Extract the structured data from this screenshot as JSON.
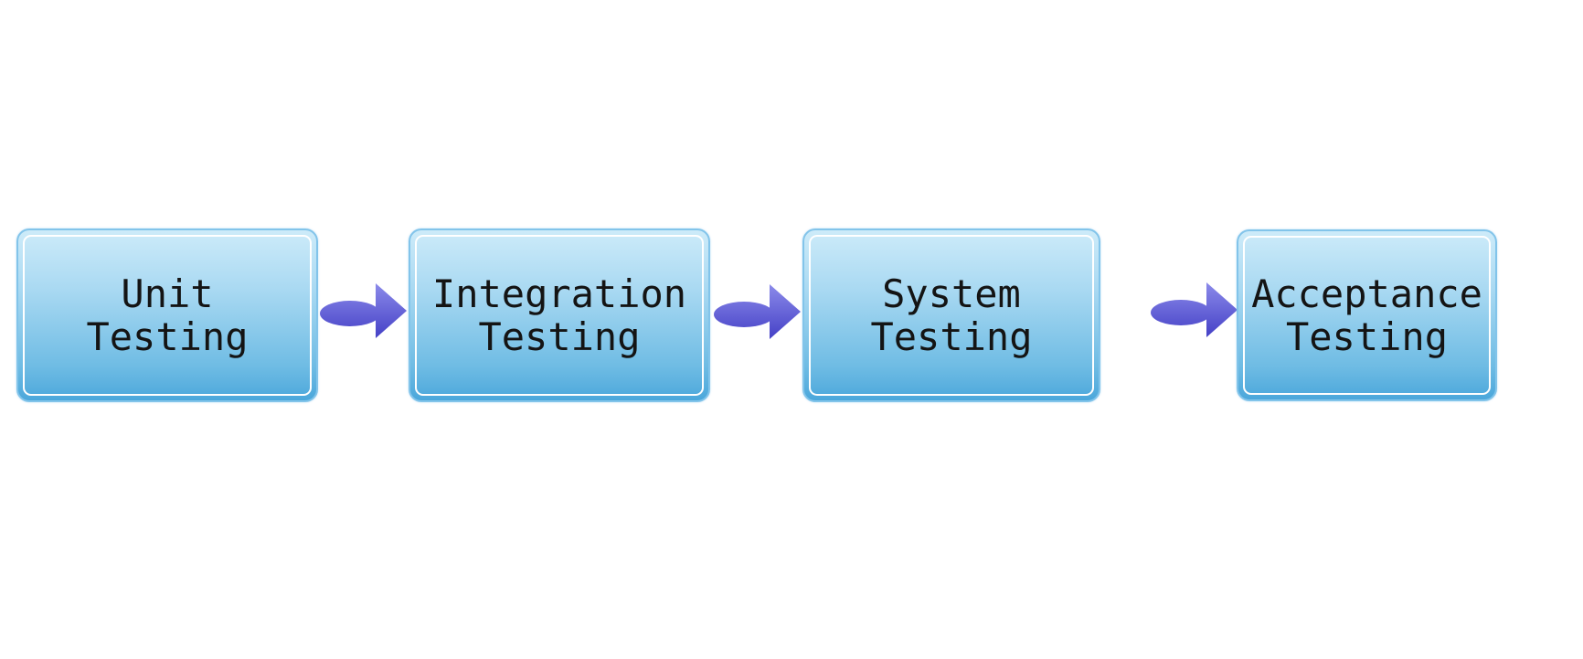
{
  "diagram": {
    "type": "process-flow",
    "stages": [
      {
        "line1": "Unit",
        "line2": "Testing"
      },
      {
        "line1": "Integration",
        "line2": "Testing"
      },
      {
        "line1": "System",
        "line2": "Testing"
      },
      {
        "line1": "Acceptance",
        "line2": "Testing"
      }
    ],
    "connector_count": 3,
    "colors": {
      "background": "#ffffff",
      "box_fill_top": "#cdebf9",
      "box_fill_bottom": "#4ba7db",
      "box_border": "#82c4ea",
      "box_inner_border": "#ffffff",
      "arrow_gradient_top": "#8e8deb",
      "arrow_gradient_bottom": "#423ec5",
      "text": "#141414"
    }
  }
}
